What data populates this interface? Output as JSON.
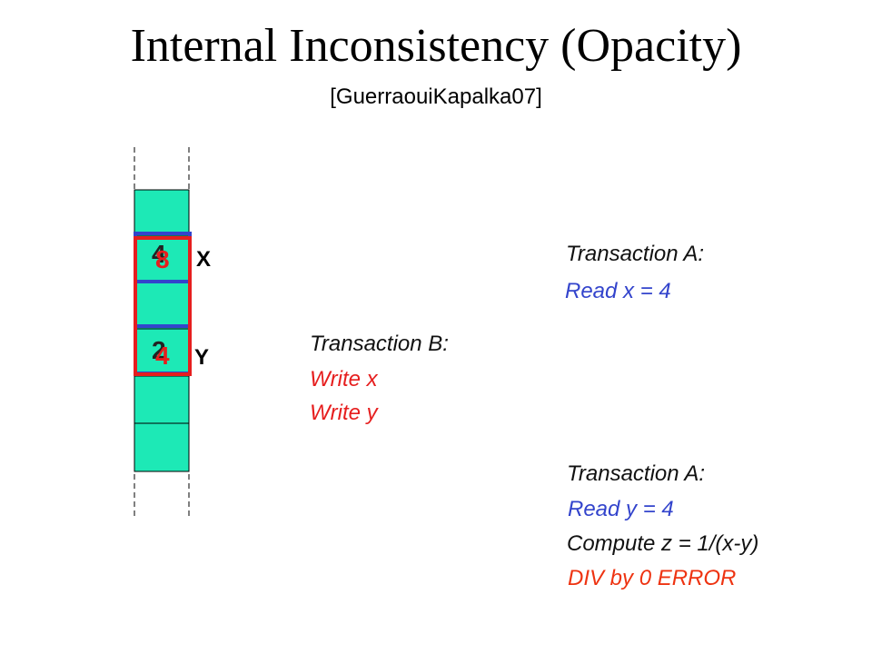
{
  "title": "Internal Inconsistency (Opacity)",
  "subtitle": "[GuerraouiKapalka07]",
  "memory": {
    "x": {
      "label": "X",
      "old_value": "4",
      "new_value": "8"
    },
    "y": {
      "label": "Y",
      "old_value": "2",
      "new_value": "4"
    }
  },
  "transaction_a_first": {
    "header": "Transaction A:",
    "read": "Read x = 4"
  },
  "transaction_b": {
    "header": "Transaction B:",
    "write_x": "Write x",
    "write_y": "Write y"
  },
  "transaction_a_second": {
    "header": "Transaction A:",
    "read": "Read y = 4",
    "compute": "Compute z = 1/(x-y)",
    "error": "DIV by 0 ERROR"
  },
  "colors": {
    "cell_fill": "#1de9b6",
    "transaction_a_highlight": "#3344cc",
    "transaction_b_highlight": "#e61e1e",
    "error": "#ee3311"
  }
}
